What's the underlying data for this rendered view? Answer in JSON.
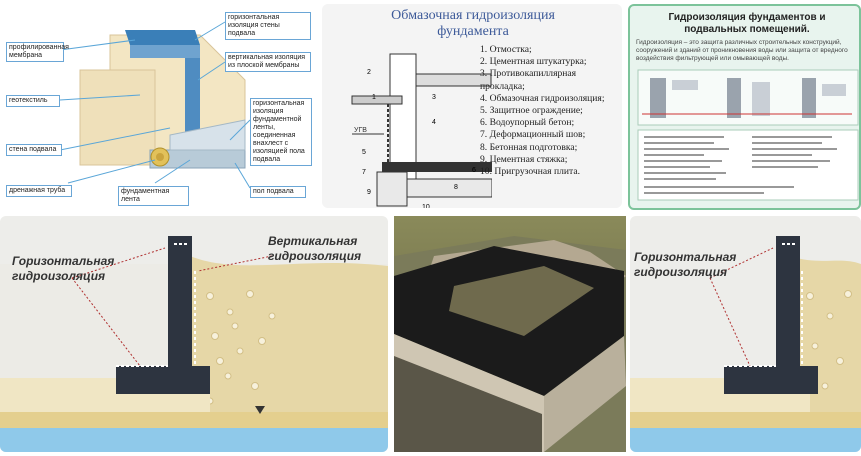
{
  "tile1": {
    "labels": {
      "profiled_membrane": "профилированная мембрана",
      "horizontal_insulation": "горизонтальная изоляция стены подвала",
      "vertical_insulation": "вертикальная изоляция из плоской мембраны",
      "geotextile": "геотекстиль",
      "basement_wall": "стена подвала",
      "horizontal_insulation_strip": "горизонтальная изоляция фундаментной ленты, соединенная внахлест с изоляцией пола подвала",
      "drainage_pipe": "дренажная труба",
      "strip_foundation": "фундаментная лента",
      "basement_floor": "пол подвала"
    }
  },
  "tile2": {
    "title": "Обмазочная гидроизоляция фундамента",
    "legend": [
      "1.  Отмостка;",
      "2.  Цементная штукатурка;",
      "3.  Противокапиллярная прокладка;",
      "4.  Обмазочная гидроизоляция;",
      "5.  Защитное ограждение;",
      "6.  Водоупорный бетон;",
      "7.  Деформационный шов;",
      "8.  Бетонная подготовка;",
      "9.  Цементная стяжка;",
      "10. Пригрузочная плита."
    ],
    "ugv": "УГВ"
  },
  "tile3": {
    "title": "Гидроизоляция фундаментов и подвальных помещений.",
    "intro": "Гидроизоляция – это защита различных строительных конструкций, сооружений и зданий от проникновения воды или защита от вредного воздействия фильтрующей или омывающей воды."
  },
  "tile4": {
    "horizontal_label": "Горизонтальная гидроизоляция",
    "vertical_label": "Вертикальная гидроизоляция"
  },
  "tile6": {
    "horizontal_label": "Горизонтальная гидроизоляция"
  },
  "colors": {
    "accent_blue": "#5aa6d8",
    "membrane_blue": "#3a7fb8",
    "concrete_dark": "#2d3440",
    "sand": "#e7d7a6",
    "water": "#8fc9ea",
    "green_tile_bg": "#e8f4ee"
  }
}
